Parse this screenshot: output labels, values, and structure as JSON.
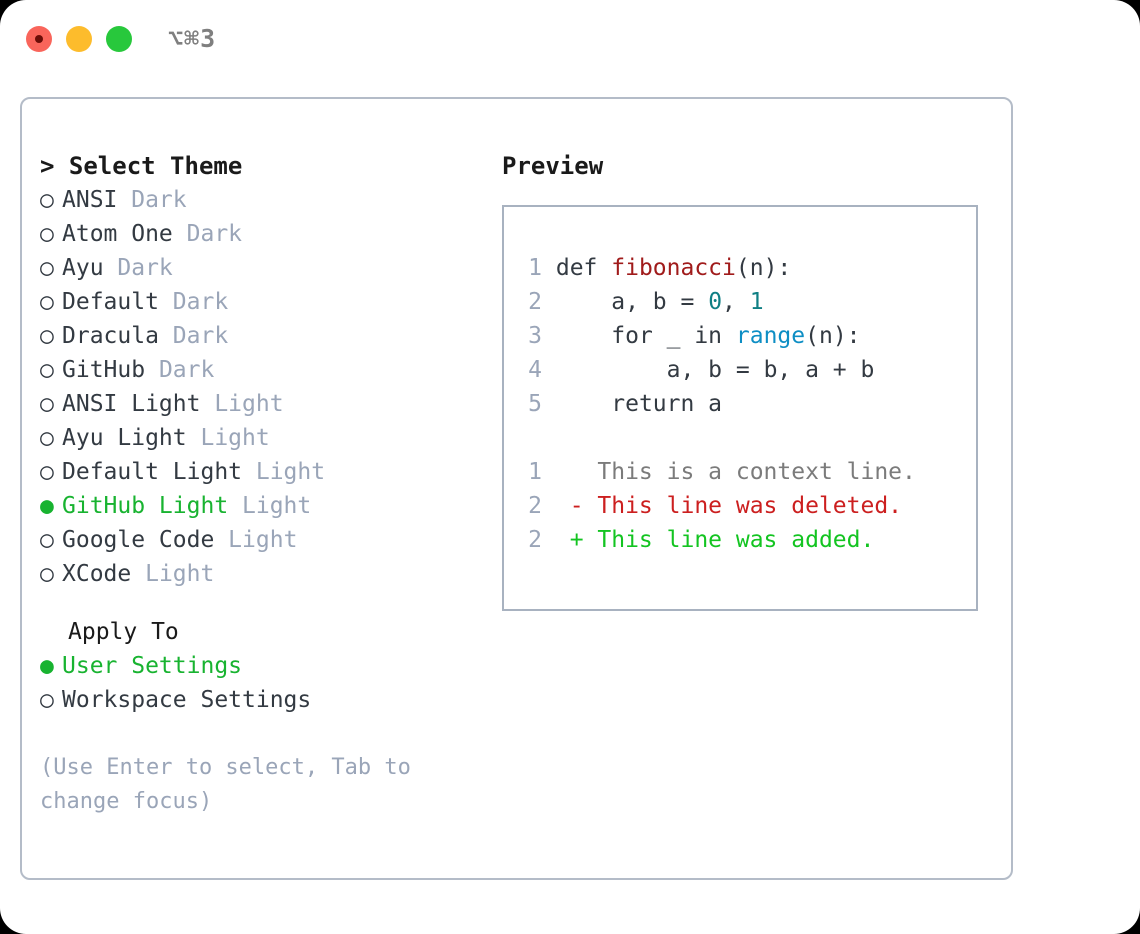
{
  "titlebar": {
    "shortcut": "⌥⌘3",
    "dots": [
      {
        "name": "close",
        "color": "#f9655b"
      },
      {
        "name": "minimize",
        "color": "#fdbc2c"
      },
      {
        "name": "maximize",
        "color": "#28c83c"
      }
    ]
  },
  "theme_picker": {
    "prompt": ">",
    "header": "Select Theme",
    "selected_bullet": "●",
    "unselected_bullet": "○",
    "items": [
      {
        "label": "ANSI",
        "badge": "Dark",
        "selected": false
      },
      {
        "label": "Atom One",
        "badge": "Dark",
        "selected": false
      },
      {
        "label": "Ayu",
        "badge": "Dark",
        "selected": false
      },
      {
        "label": "Default",
        "badge": "Dark",
        "selected": false
      },
      {
        "label": "Dracula",
        "badge": "Dark",
        "selected": false
      },
      {
        "label": "GitHub",
        "badge": "Dark",
        "selected": false
      },
      {
        "label": "ANSI Light",
        "badge": "Light",
        "selected": false
      },
      {
        "label": "Ayu Light",
        "badge": "Light",
        "selected": false
      },
      {
        "label": "Default Light",
        "badge": "Light",
        "selected": false
      },
      {
        "label": "GitHub Light",
        "badge": "Light",
        "selected": true
      },
      {
        "label": "Google Code",
        "badge": "Light",
        "selected": false
      },
      {
        "label": "XCode",
        "badge": "Light",
        "selected": false
      }
    ]
  },
  "apply_to": {
    "header": "Apply To",
    "items": [
      {
        "label": "User Settings",
        "selected": true
      },
      {
        "label": "Workspace Settings",
        "selected": false
      }
    ]
  },
  "hint": "(Use Enter to select, Tab to change focus)",
  "preview": {
    "header": "Preview",
    "code_lines": [
      {
        "no": "1",
        "tokens": [
          {
            "t": "def ",
            "c": "tok-def"
          },
          {
            "t": "fibonacci",
            "c": "tok-fn"
          },
          {
            "t": "(n):",
            "c": "tok-plain"
          }
        ]
      },
      {
        "no": "2",
        "tokens": [
          {
            "t": "    a, b = ",
            "c": "tok-plain"
          },
          {
            "t": "0",
            "c": "tok-num"
          },
          {
            "t": ", ",
            "c": "tok-plain"
          },
          {
            "t": "1",
            "c": "tok-num"
          }
        ]
      },
      {
        "no": "3",
        "tokens": [
          {
            "t": "    for _ in ",
            "c": "tok-plain"
          },
          {
            "t": "range",
            "c": "tok-builtin"
          },
          {
            "t": "(n):",
            "c": "tok-plain"
          }
        ]
      },
      {
        "no": "4",
        "tokens": [
          {
            "t": "        a, b = b, a + b",
            "c": "tok-plain"
          }
        ]
      },
      {
        "no": "5",
        "tokens": [
          {
            "t": "    return a",
            "c": "tok-plain"
          }
        ]
      }
    ],
    "diff_lines": [
      {
        "no": "1",
        "marker": " ",
        "text": "This is a context line.",
        "kind": "diff-context"
      },
      {
        "no": "2",
        "marker": "-",
        "text": "This line was deleted.",
        "kind": "diff-del"
      },
      {
        "no": "2",
        "marker": "+",
        "text": "This line was added.",
        "kind": "diff-add"
      }
    ]
  },
  "colors": {
    "accent_green": "#18b330",
    "badge_muted": "#9aa5b8",
    "border": "#b4bcc8",
    "diff_add": "#13c421",
    "diff_del": "#cc1f1f",
    "code_fn": "#a01b1b",
    "code_num": "#0f7f84",
    "code_builtin": "#0d8ec4"
  }
}
